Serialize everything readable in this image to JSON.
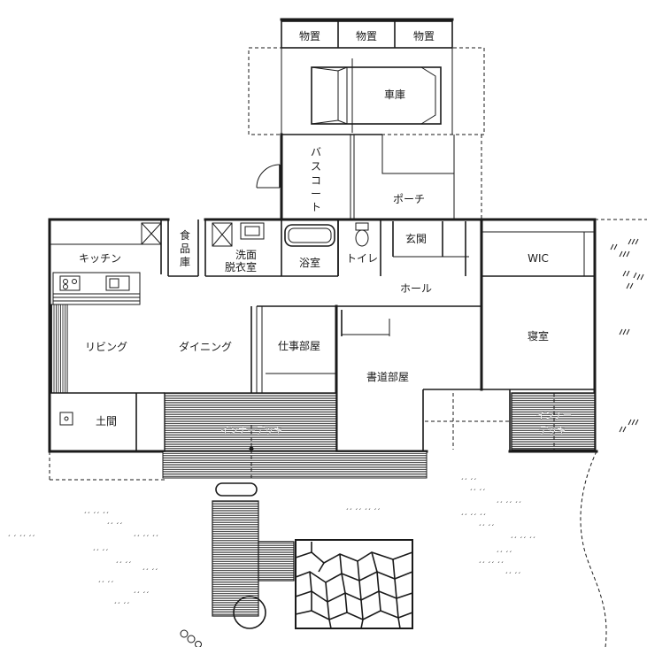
{
  "rooms": {
    "storage_1": "物置",
    "storage_2": "物置",
    "storage_3": "物置",
    "garage": "車庫",
    "bath_court": [
      "バ",
      "ス",
      "コ",
      "ー",
      "ト"
    ],
    "porch": "ポーチ",
    "pantry": [
      "食",
      "品",
      "庫"
    ],
    "washroom_line1": "洗面",
    "washroom_line2": "脱衣室",
    "bathroom": "浴室",
    "toilet": "トイレ",
    "entrance": "玄関",
    "wic": "WIC",
    "kitchen": "キッチン",
    "hall": "ホール",
    "living": "リビング",
    "dining": "ダイニング",
    "workroom": "仕事部屋",
    "bedroom": "寝室",
    "calligraphy_room": "書道部屋",
    "doma": "土間",
    "inner_deck_main": "インナーデッキ",
    "inner_deck_right_line1": "インナー",
    "inner_deck_right_line2": "デッキ"
  },
  "colors": {
    "line": "#1a1a1a",
    "background": "#ffffff",
    "deck_fill": "#777777"
  }
}
